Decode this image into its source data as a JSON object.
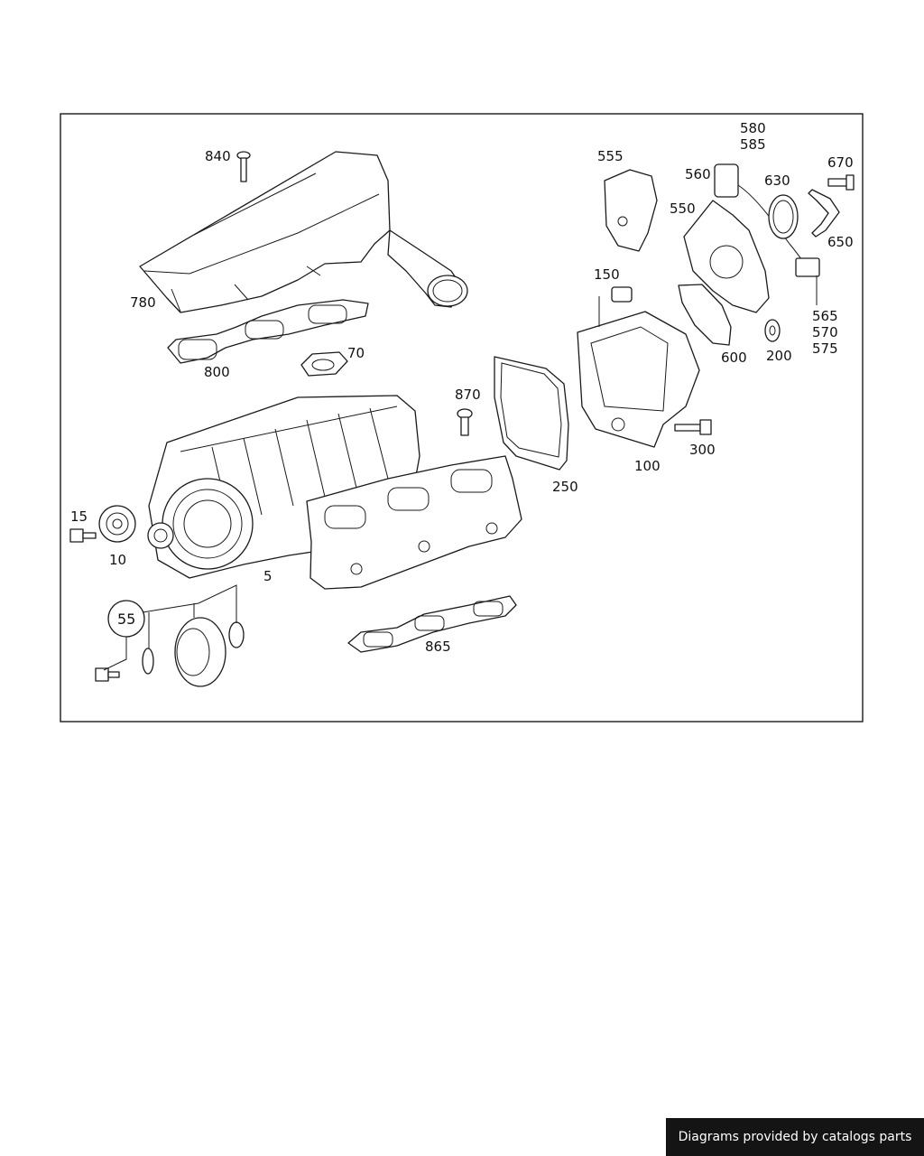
{
  "labels": {
    "p840": "840",
    "p780": "780",
    "p800": "800",
    "p70": "70",
    "p870": "870",
    "p15": "15",
    "p10": "10",
    "p5": "5",
    "p55": "55",
    "p865": "865",
    "p555": "555",
    "p580": "580",
    "p585": "585",
    "p560": "560",
    "p630": "630",
    "p670": "670",
    "p550": "550",
    "p650": "650",
    "p150": "150",
    "p565": "565",
    "p570": "570",
    "p575": "575",
    "p600": "600",
    "p200": "200",
    "p250": "250",
    "p100": "100",
    "p300": "300"
  },
  "footer": {
    "text": "Diagrams provided by catalogs parts"
  }
}
